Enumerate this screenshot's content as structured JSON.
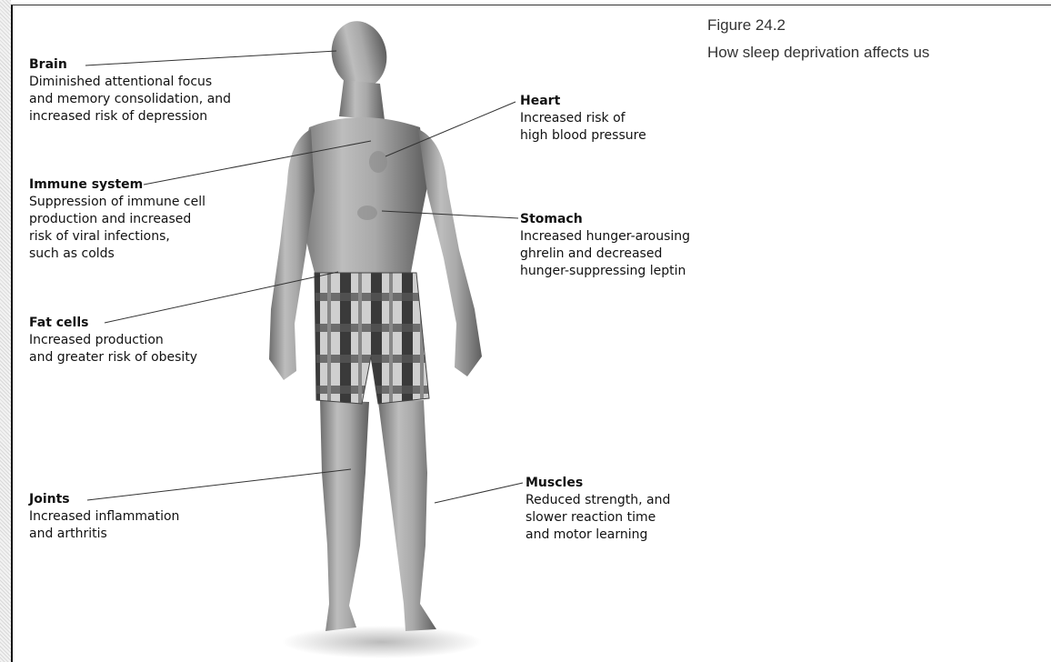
{
  "figure": {
    "title": "Figure 24.2",
    "caption": "How sleep deprivation affects us"
  },
  "labels": {
    "brain": {
      "title": "Brain",
      "description": "Diminished attentional focus\nand memory consolidation, and\nincreased risk of depression"
    },
    "immune": {
      "title": "Immune system",
      "description": "Suppression of immune cell\nproduction and increased\nrisk of viral infections,\nsuch as colds"
    },
    "fat": {
      "title": "Fat cells",
      "description": "Increased production\nand greater risk of obesity"
    },
    "joints": {
      "title": "Joints",
      "description": "Increased inflammation\nand arthritis"
    },
    "heart": {
      "title": "Heart",
      "description": "Increased risk of\nhigh blood pressure"
    },
    "stomach": {
      "title": "Stomach",
      "description": "Increased hunger-arousing\nghrelin and decreased\nhunger-suppressing leptin"
    },
    "muscles": {
      "title": "Muscles",
      "description": "Reduced strength, and\nslower reaction time\nand motor learning"
    }
  }
}
